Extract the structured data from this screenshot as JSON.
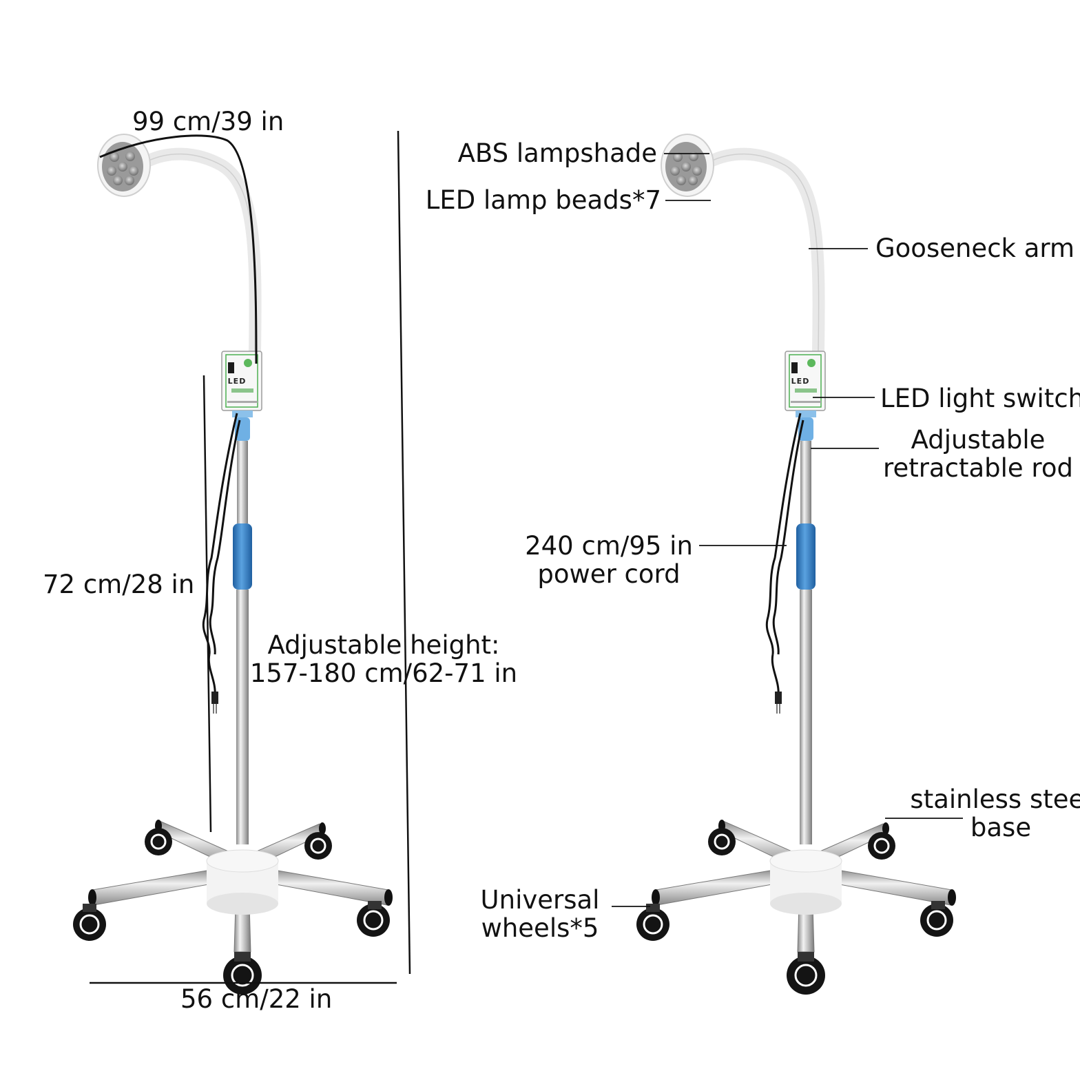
{
  "dimensions": {
    "gooseneck_length": "99 cm/39 in",
    "cord_drop": "72 cm/28 in",
    "height_title": "Adjustable height:",
    "height_range": "157-180 cm/62-71 in",
    "base_width": "56 cm/22 in"
  },
  "parts": {
    "lampshade": "ABS lampshade",
    "beads": "LED lamp beads*7",
    "gooseneck": "Gooseneck arm",
    "switch": "LED light switch",
    "rod_line1": "Adjustable",
    "rod_line2": "retractable rod",
    "cord_line1": "240 cm/95 in",
    "cord_line2": "power cord",
    "base_line1": "stainless steel",
    "base_line2": "base",
    "wheels_line1": "Universal",
    "wheels_line2": "wheels*5"
  },
  "switch_box_text": "LED",
  "colors": {
    "background": "#ffffff",
    "text": "#111111",
    "pole_steel": "#b8b8b8",
    "grip_blue": "#3b82c4",
    "clamp_blue": "#7fb7e6",
    "lamp_white": "#f2f2f2",
    "wheel_black": "#1a1a1a"
  }
}
